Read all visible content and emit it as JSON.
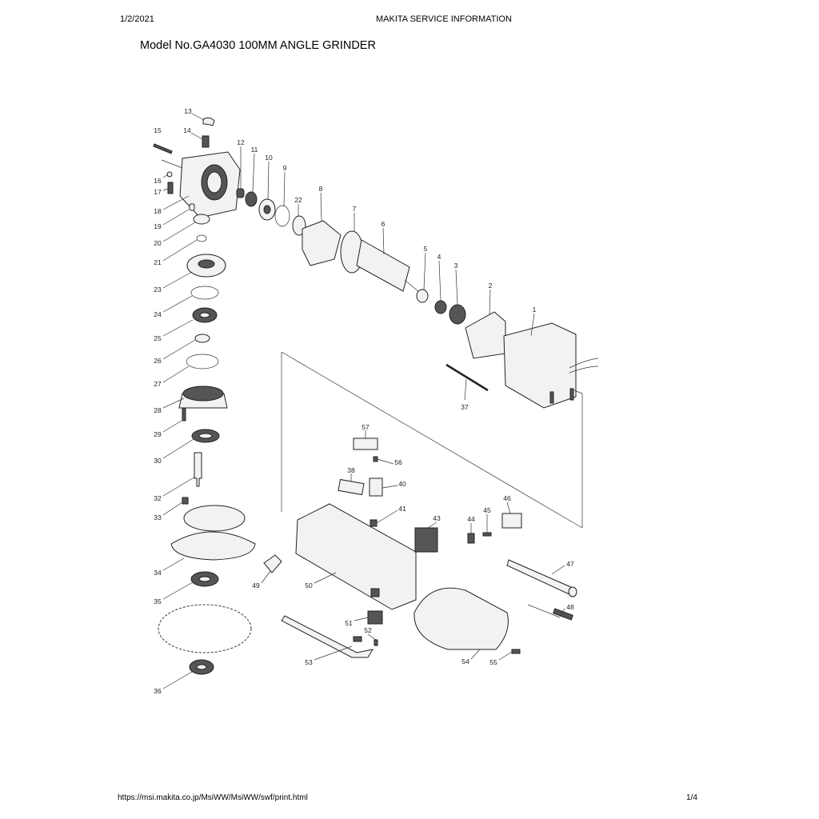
{
  "header": {
    "date": "1/2/2021",
    "source": "MAKITA SERVICE INFORMATION"
  },
  "title": "Model No.GA4030 100MM ANGLE GRINDER",
  "footer": {
    "url": "https://msi.makita.co.jp/MsiWW/MsiWW/swf/print.html",
    "page": "1/4"
  },
  "labels": {
    "p1": "1",
    "p2": "2",
    "p3": "3",
    "p4": "4",
    "p5": "5",
    "p6": "6",
    "p7": "7",
    "p8": "8",
    "p9": "9",
    "p10": "10",
    "p11": "11",
    "p12": "12",
    "p13": "13",
    "p14": "14",
    "p15": "15",
    "p16": "16",
    "p17": "17",
    "p18": "18",
    "p19": "19",
    "p20": "20",
    "p21": "21",
    "p22": "22",
    "p23": "23",
    "p24": "24",
    "p25": "25",
    "p26": "26",
    "p27": "27",
    "p28": "28",
    "p29": "29",
    "p30": "30",
    "p32": "32",
    "p33": "33",
    "p34": "34",
    "p35": "35",
    "p36": "36",
    "p37": "37",
    "p38": "38",
    "p40": "40",
    "p41": "41",
    "p43": "43",
    "p44": "44",
    "p45": "45",
    "p46": "46",
    "p47": "47",
    "p48": "48",
    "p49": "49",
    "p50": "50",
    "p51": "51",
    "p52": "52",
    "p53": "53",
    "p54": "54",
    "p55": "55",
    "p56": "56",
    "p57": "57"
  }
}
